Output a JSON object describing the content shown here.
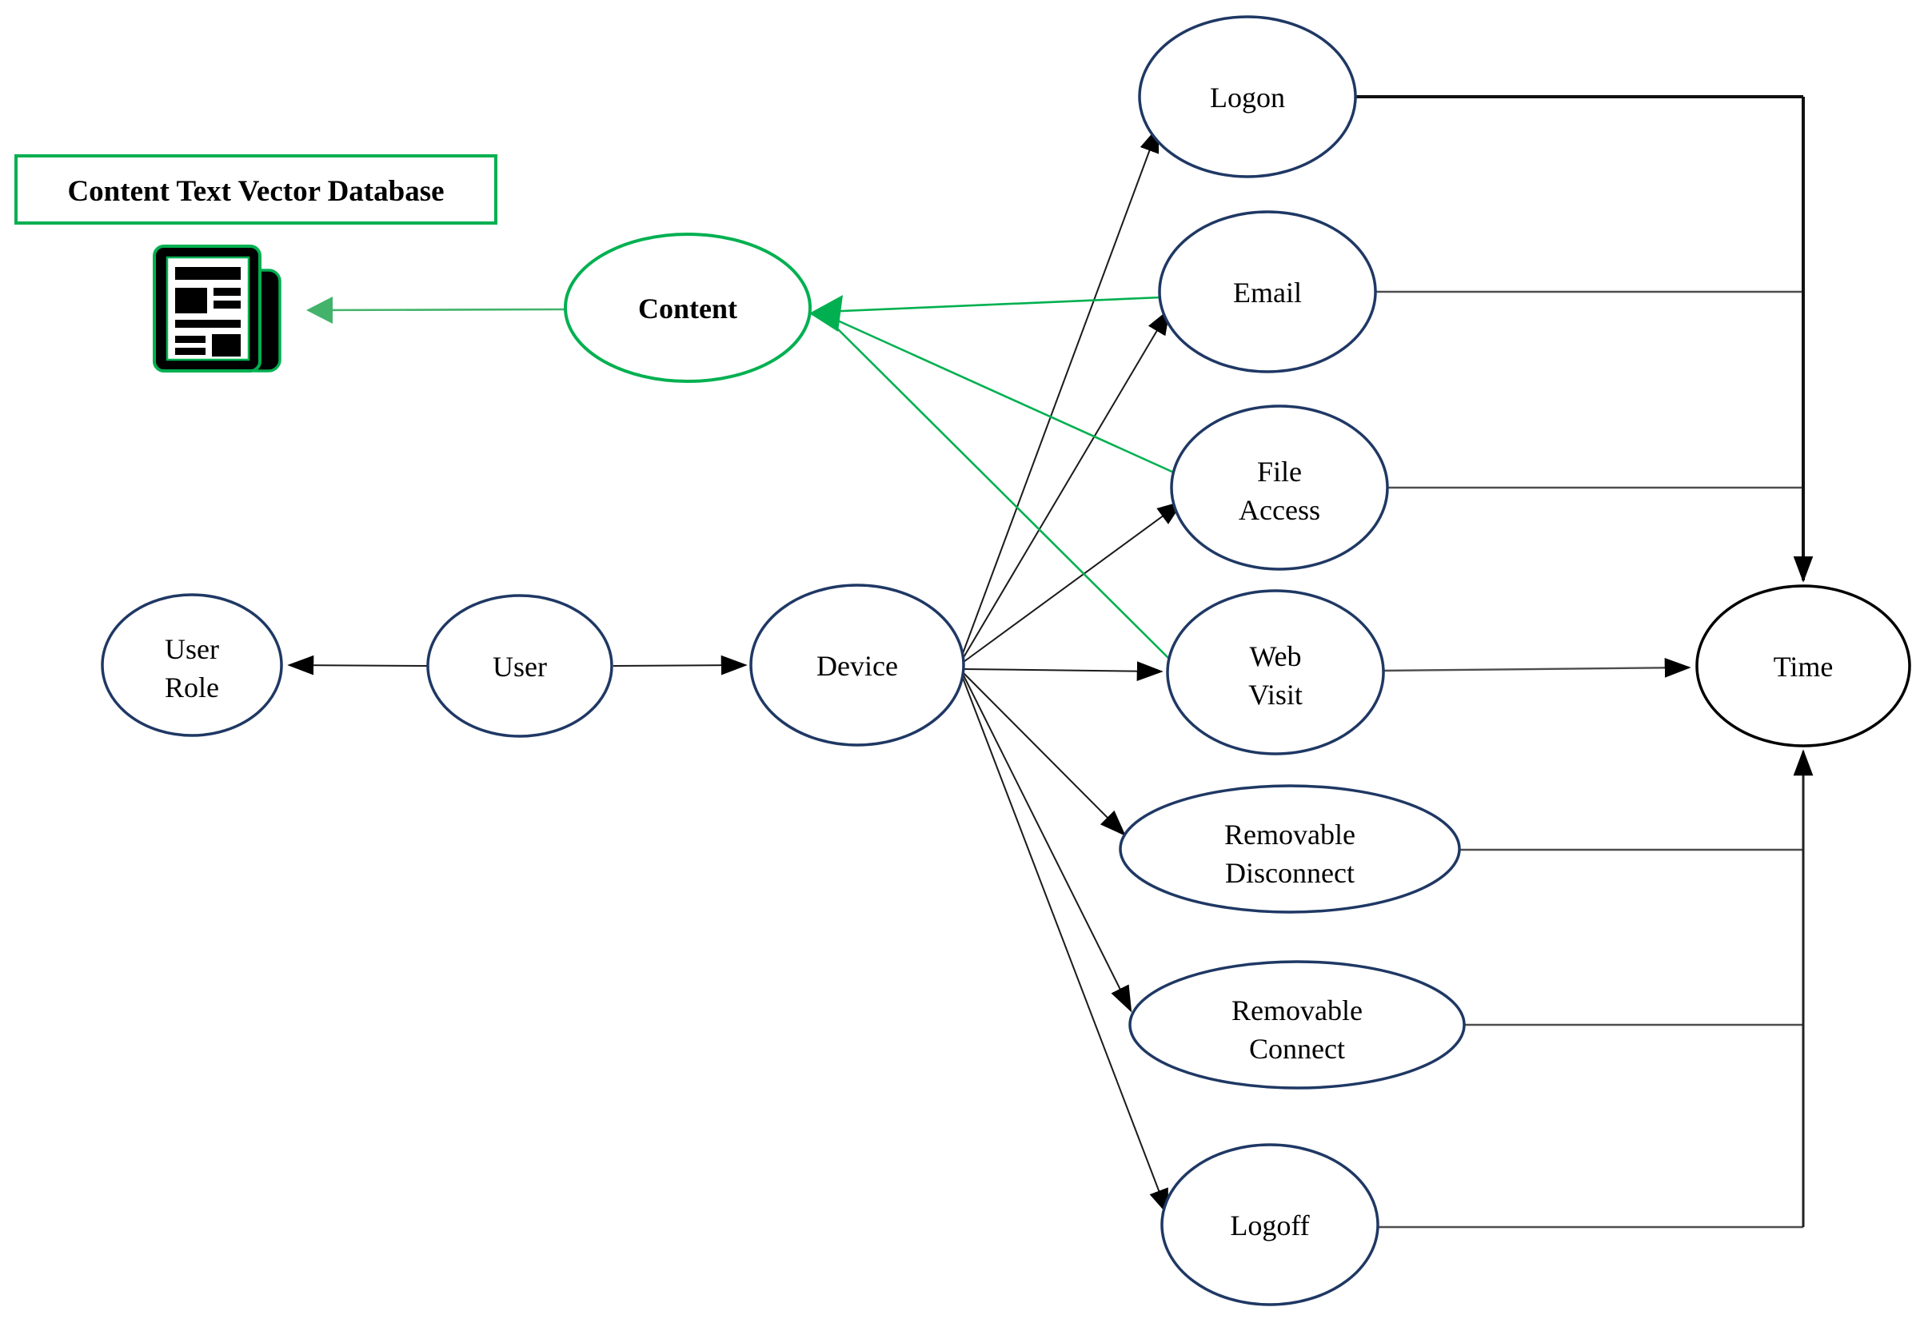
{
  "diagram": {
    "title_box": "Content Text Vector Database",
    "nodes": {
      "content": "Content",
      "user_role": [
        "User",
        "Role"
      ],
      "user": "User",
      "device": "Device",
      "logon": "Logon",
      "email": "Email",
      "file_access": [
        "File",
        "Access"
      ],
      "web_visit": [
        "Web",
        "Visit"
      ],
      "removable_disconnect": [
        "Removable",
        "Disconnect"
      ],
      "removable_connect": [
        "Removable",
        "Connect"
      ],
      "logoff": "Logoff",
      "time": "Time"
    },
    "icons": {
      "newspaper": "newspaper-icon"
    },
    "colors": {
      "green": "#00B050",
      "navy": "#1F3864",
      "black": "#000000",
      "line_gray": "#4d4d4d",
      "background": "#FFFFFF"
    },
    "edges": [
      {
        "from": "user",
        "to": "user_role",
        "color": "black"
      },
      {
        "from": "user",
        "to": "device",
        "color": "black"
      },
      {
        "from": "device",
        "to": "logon",
        "color": "black"
      },
      {
        "from": "device",
        "to": "email",
        "color": "black"
      },
      {
        "from": "device",
        "to": "file_access",
        "color": "black"
      },
      {
        "from": "device",
        "to": "web_visit",
        "color": "black"
      },
      {
        "from": "device",
        "to": "removable_disconnect",
        "color": "black"
      },
      {
        "from": "device",
        "to": "removable_connect",
        "color": "black"
      },
      {
        "from": "device",
        "to": "logoff",
        "color": "black"
      },
      {
        "from": "logon",
        "to": "time",
        "color": "black"
      },
      {
        "from": "email",
        "to": "time",
        "color": "black"
      },
      {
        "from": "file_access",
        "to": "time",
        "color": "black"
      },
      {
        "from": "web_visit",
        "to": "time",
        "color": "black"
      },
      {
        "from": "removable_disconnect",
        "to": "time",
        "color": "black"
      },
      {
        "from": "removable_connect",
        "to": "time",
        "color": "black"
      },
      {
        "from": "logoff",
        "to": "time",
        "color": "black"
      },
      {
        "from": "email",
        "to": "content",
        "color": "green"
      },
      {
        "from": "file_access",
        "to": "content",
        "color": "green"
      },
      {
        "from": "web_visit",
        "to": "content",
        "color": "green"
      },
      {
        "from": "content",
        "to": "newspaper-icon",
        "color": "green"
      }
    ]
  }
}
